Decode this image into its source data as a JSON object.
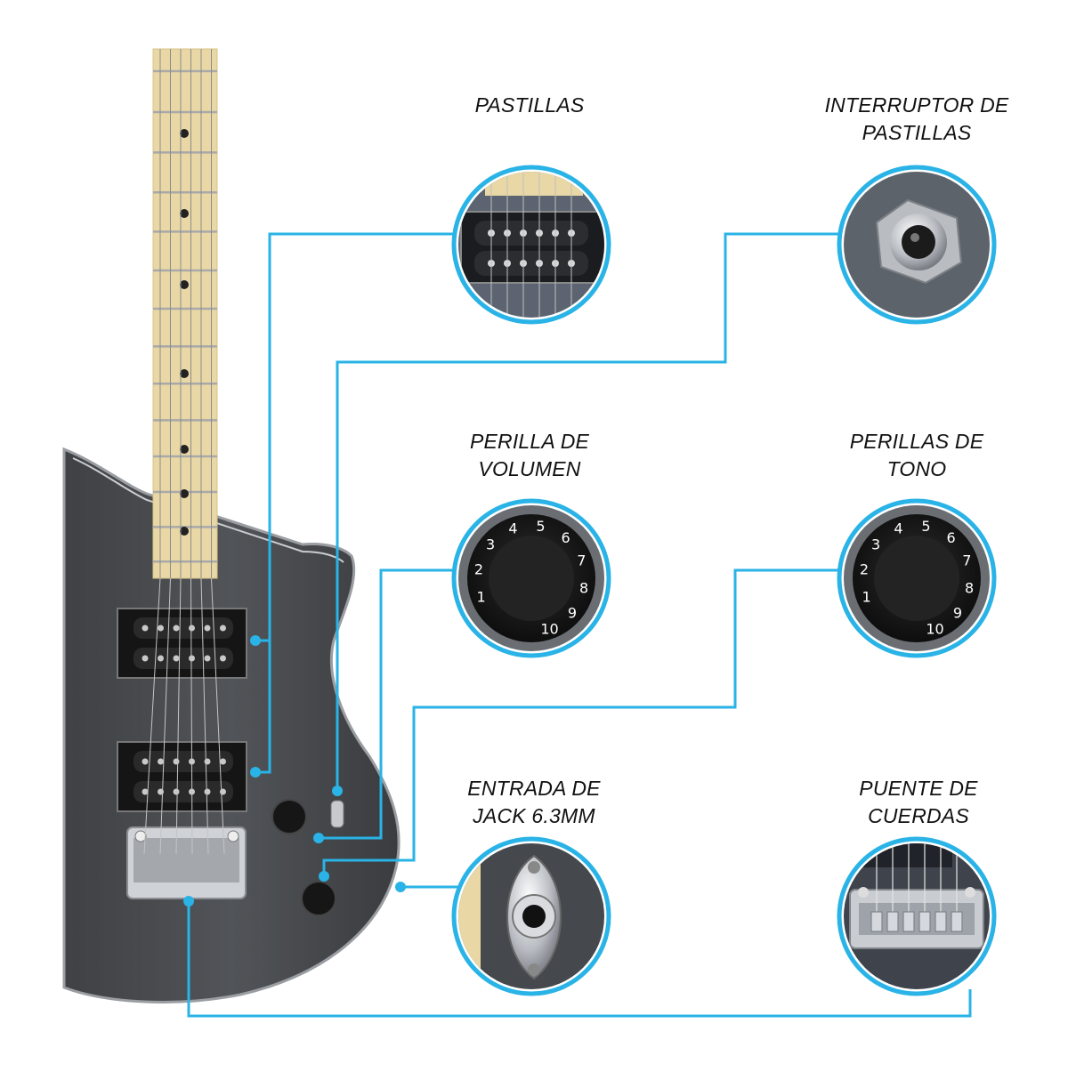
{
  "accent_color": "#29b3e6",
  "body_color": "#4a4c4f",
  "neck_color": "#e9d8a6",
  "callouts": [
    {
      "id": "pickups",
      "lines": [
        "PASTILLAS"
      ],
      "icon": "humbucker-pickup-icon"
    },
    {
      "id": "pickup-switch",
      "lines": [
        "INTERRUPTOR DE",
        "PASTILLAS"
      ],
      "icon": "toggle-switch-icon"
    },
    {
      "id": "volume-knob",
      "lines": [
        "PERILLA DE",
        "VOLUMEN"
      ],
      "icon": "knob-icon"
    },
    {
      "id": "tone-knobs",
      "lines": [
        "PERILLAS DE",
        "TONO"
      ],
      "icon": "knob-icon"
    },
    {
      "id": "jack-input",
      "lines": [
        "ENTRADA DE",
        "JACK 6.3MM"
      ],
      "icon": "jack-socket-icon"
    },
    {
      "id": "bridge",
      "lines": [
        "PUENTE DE",
        "CUERDAS"
      ],
      "icon": "bridge-icon"
    }
  ],
  "knob_numbers": [
    "1",
    "2",
    "3",
    "4",
    "5",
    "6",
    "7",
    "8",
    "9",
    "10"
  ]
}
